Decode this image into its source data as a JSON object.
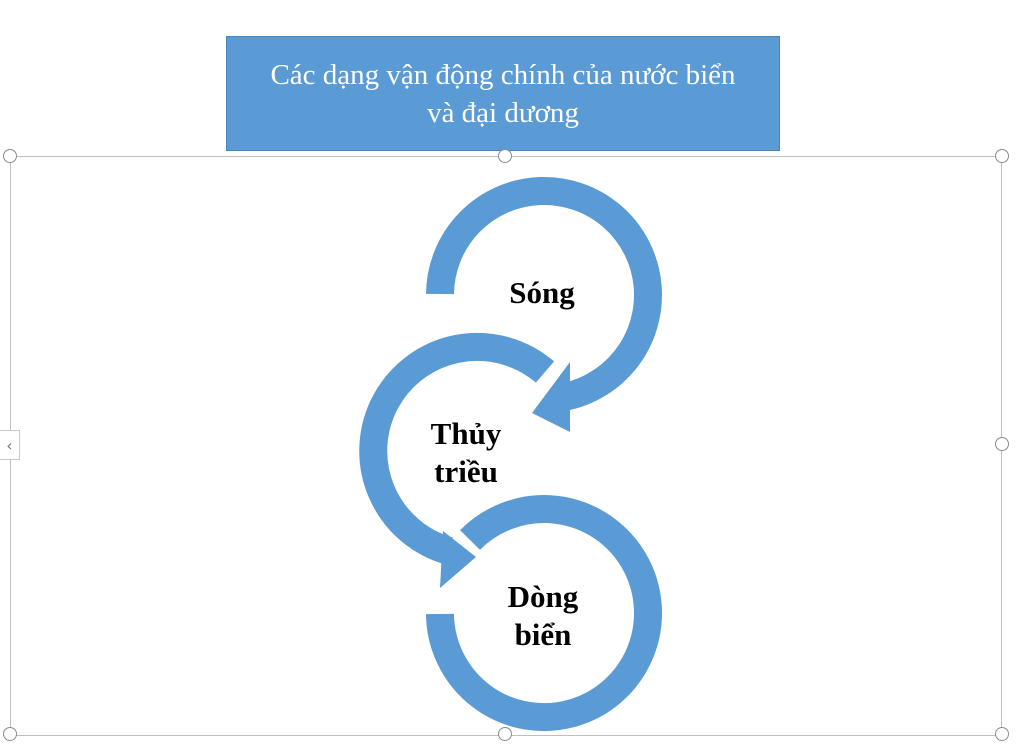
{
  "title": {
    "line1": "Các dạng vận động chính của nước biển",
    "line2": "và đại dương"
  },
  "nodes": [
    {
      "id": "song",
      "line1": "Sóng",
      "line2": ""
    },
    {
      "id": "thuy-trieu",
      "line1": "Thủy",
      "line2": "triều"
    },
    {
      "id": "dong-bien",
      "line1": "Dòng",
      "line2": "biển"
    }
  ],
  "colors": {
    "accent": "#5b9bd5",
    "title_text": "#ffffff",
    "frame": "#bfbfbf"
  },
  "icons": {
    "side_tab": "chevron-left-icon"
  },
  "side_tab_glyph": "‹"
}
